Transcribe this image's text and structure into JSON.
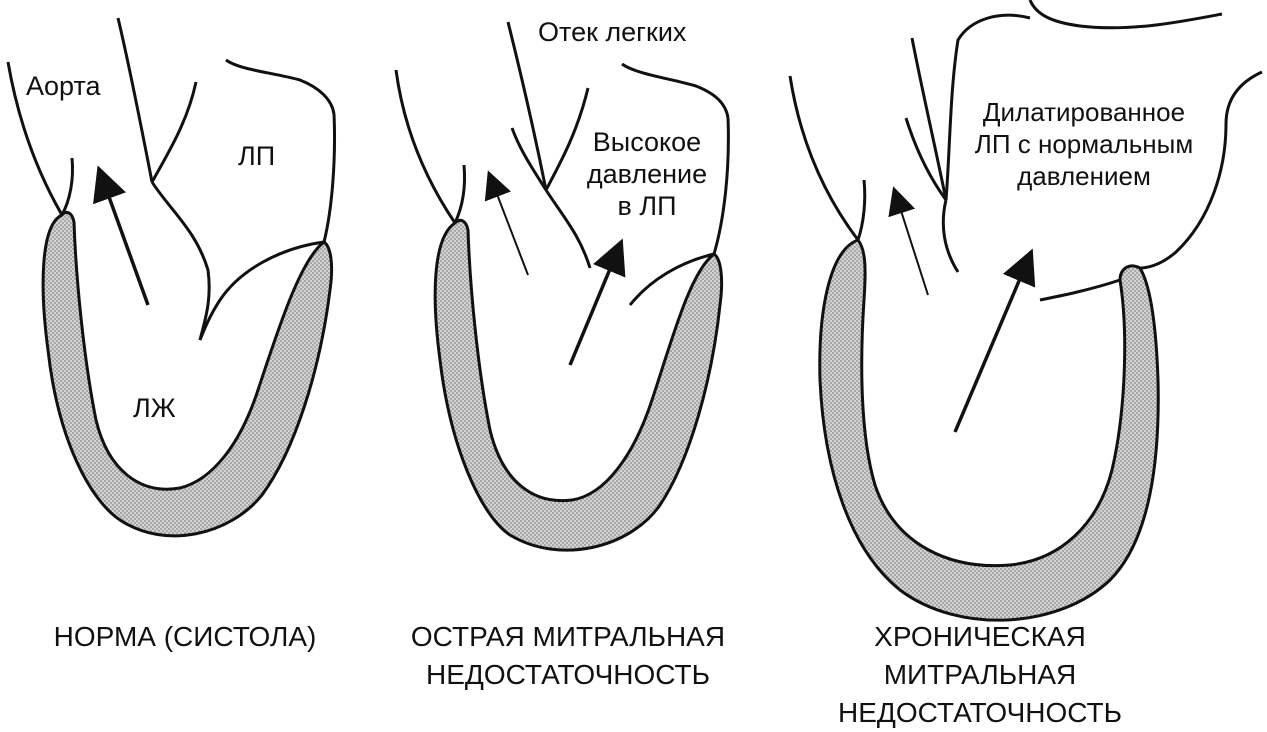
{
  "colors": {
    "line": "#111111",
    "wall_fill": "#bdbdbd",
    "background": "#ffffff"
  },
  "panels": [
    {
      "labels": {
        "aorta": "Аорта",
        "left_atrium": "ЛП",
        "left_ventricle": "ЛЖ"
      },
      "caption": "НОРМА (СИСТОЛА)"
    },
    {
      "labels": {
        "pulmonary_edema": "Отек легких",
        "high_pressure": "Высокое\nдавление\nв ЛП"
      },
      "caption": "ОСТРАЯ МИТРАЛЬНАЯ\nНЕДОСТАТОЧНОСТЬ"
    },
    {
      "labels": {
        "dilated_atrium": "Дилатированное\nЛП с нормальным\nдавлением"
      },
      "caption": "ХРОНИЧЕСКАЯ\nМИТРАЛЬНАЯ\nНЕДОСТАТОЧНОСТЬ"
    }
  ]
}
